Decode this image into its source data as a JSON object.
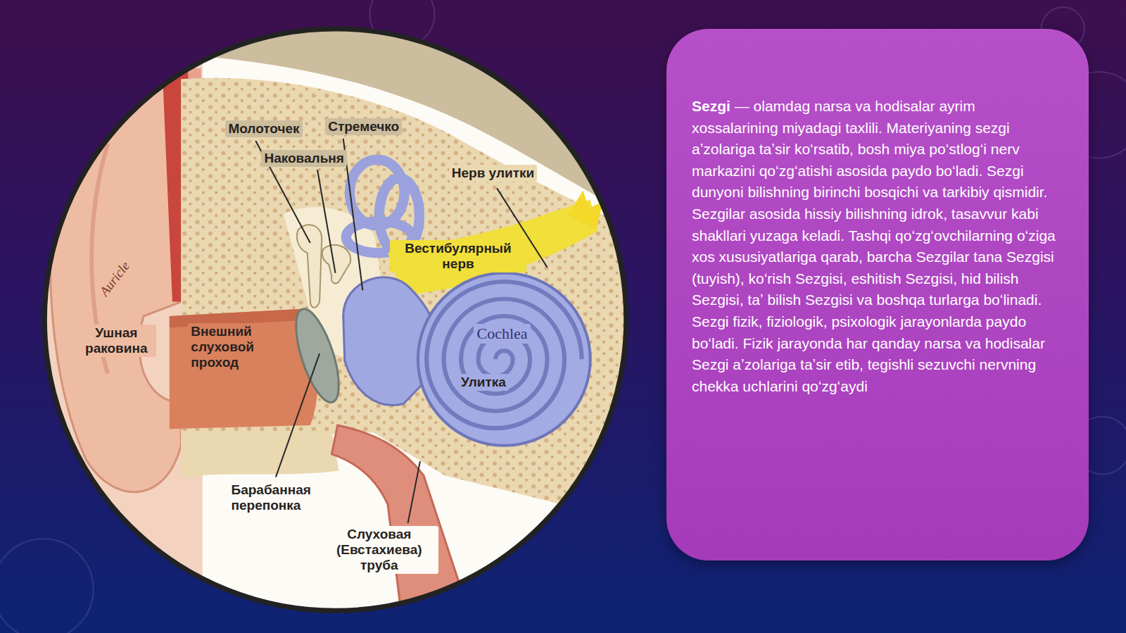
{
  "diagram": {
    "nodes": [
      {
        "text": [
          "Sezgi",
          "— olamdag narsa va hodisalar ayrim xossalarining miyadagi taxlili. Materiyaning sezgi aʼzolariga taʼsir koʻrsatib, bosh miya poʻstlogʻi nerv markazini qoʻzgʻatishi asosida paydo boʻladi. Sezgi dunyoni bilishning birinchi bosqichi va tarkibiy qismidir. Sezgilar asosida hissiy bilishning idrok, tasavvur kabi shakllari yuzaga keladi. Tashqi qoʻzgʻovchilarning oʻziga xos xususiyatlariga qarab, barcha Sezgilar tana Sezgisi (tuyish), koʻrish Sezgisi, eshitish Sezgisi, hid bilish Sezgisi, taʼ bilish Sezgisi va boshqa turlarga boʻlinadi. Sezgi fizik, fiziologik, psixologik jarayonlarda paydo boʻladi. Fizik jarayonda har qanday narsa va hodisalar Sezgi aʼzolariga taʼsir etib, tegishli sezuvchi nervning chekka uchlarini qoʻzgʻaydi"
        ]
      }
    ],
    "labels": [
      "Молоточек",
      "Стремечко",
      "Наковальня",
      "Нерв улитки",
      "Вестибулярный нерв",
      "Auricle",
      "Ушная раковина",
      "Внешний слуховой проход",
      "Cochlea",
      "Улитка",
      "Барабанная перепонка",
      "Слуховая (Евстахиева) труба"
    ]
  }
}
